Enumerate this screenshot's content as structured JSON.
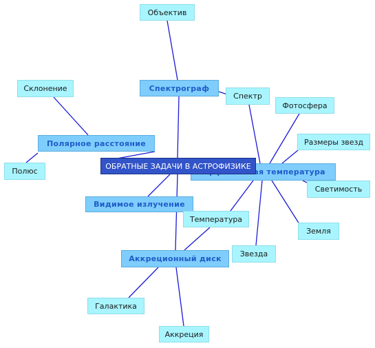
{
  "map": {
    "root": "ОБРАТНЫЕ ЗАДАЧИ В АСТРОФИЗИКЕ",
    "spectrograph": "Спектрограф",
    "polar_distance": "Полярное расстояние",
    "visible_radiation": "Видимое излучение",
    "accretion_disk": "Аккреционный диск",
    "temperature_topic": "Эффективная температура",
    "objective": "Объектив",
    "spectrum": "Спектр",
    "declination": "Склонение",
    "pole": "Полюс",
    "photosphere": "Фотосфера",
    "star_sizes": "Размеры звезд",
    "luminosity": "Светимость",
    "earth": "Земля",
    "star": "Звезда",
    "temperature": "Температура",
    "galaxy": "Галактика",
    "accretion": "Аккреция"
  },
  "colors": {
    "root_fill": "#3254c8",
    "topic_fill": "#7fcdfc",
    "topic_text": "#1e5cc8",
    "leaf_fill": "#a9f5ff",
    "link": "#1a1ad6"
  }
}
